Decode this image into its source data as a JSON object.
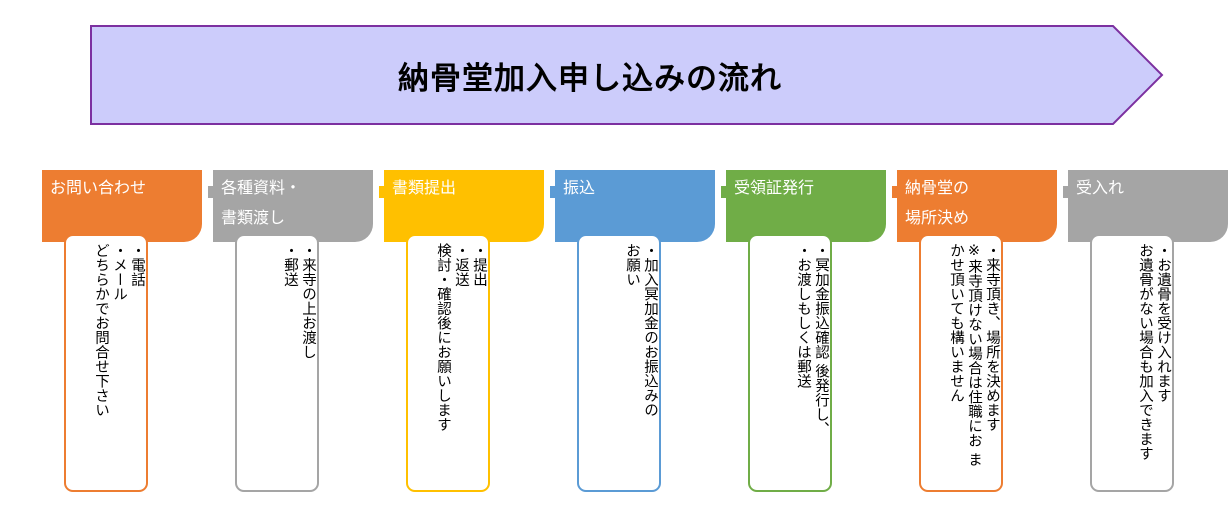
{
  "title": "納骨堂加入申し込みの流れ",
  "colors": {
    "banner_fill": "#ccccfb",
    "banner_stroke": "#7c30a0",
    "arrow": "#ed7d31"
  },
  "steps": [
    {
      "name": "お問い合わせ",
      "head_lines": [
        "お問い合わせ"
      ],
      "color": "#ed7d31",
      "card_lines": [
        "・電話",
        "・メール",
        "どちらかでお問合せ下さい"
      ]
    },
    {
      "name": "各種資料・書類渡し",
      "head_lines": [
        "各種資料・",
        "書類渡し"
      ],
      "color": "#a5a5a5",
      "card_lines": [
        "・来寺の上お渡し",
        "・郵送"
      ]
    },
    {
      "name": "書類提出",
      "head_lines": [
        "書類提出"
      ],
      "color": "#ffc000",
      "card_lines": [
        "・提出",
        "・返送",
        "検討・確認後にお願いします"
      ]
    },
    {
      "name": "振込",
      "head_lines": [
        "振込"
      ],
      "color": "#5b9bd5",
      "card_lines": [
        "・加入冥加金のお振込みの",
        "お願い"
      ]
    },
    {
      "name": "受領証発行",
      "head_lines": [
        "受領証発行"
      ],
      "color": "#70ad47",
      "card_lines": [
        "・冥加金振込確認 後発行し、",
        "・お渡しもしくは郵送"
      ]
    },
    {
      "name": "納骨堂の場所決め",
      "head_lines": [
        "納骨堂の",
        "場所決め"
      ],
      "color": "#ed7d31",
      "card_lines": [
        "・来寺頂き、場所を決めます",
        "※来寺頂けない場合は住職にお ま",
        "かせ頂いても構いません"
      ]
    },
    {
      "name": "受入れ",
      "head_lines": [
        "受入れ"
      ],
      "color": "#a5a5a5",
      "card_lines": [
        "・お遺骨を受け入れます",
        "お遺骨がない場合も加入できます"
      ]
    }
  ]
}
